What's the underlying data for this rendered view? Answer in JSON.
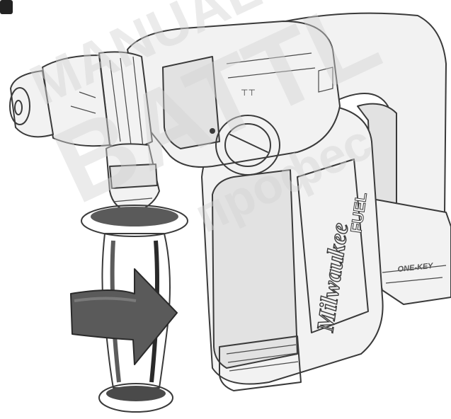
{
  "image": {
    "corner_badge_color": "#222222",
    "arrow_color": "#5a5a5a",
    "handle_color": "#3b3b3b"
  },
  "branding": {
    "logo": "Milwaukee",
    "fuel_text": "FUEL",
    "one_key_text": "ONE-KEY"
  },
  "watermark": {
    "line1": "MANUAL",
    "line2": "BATTL",
    "line3": "профес"
  }
}
